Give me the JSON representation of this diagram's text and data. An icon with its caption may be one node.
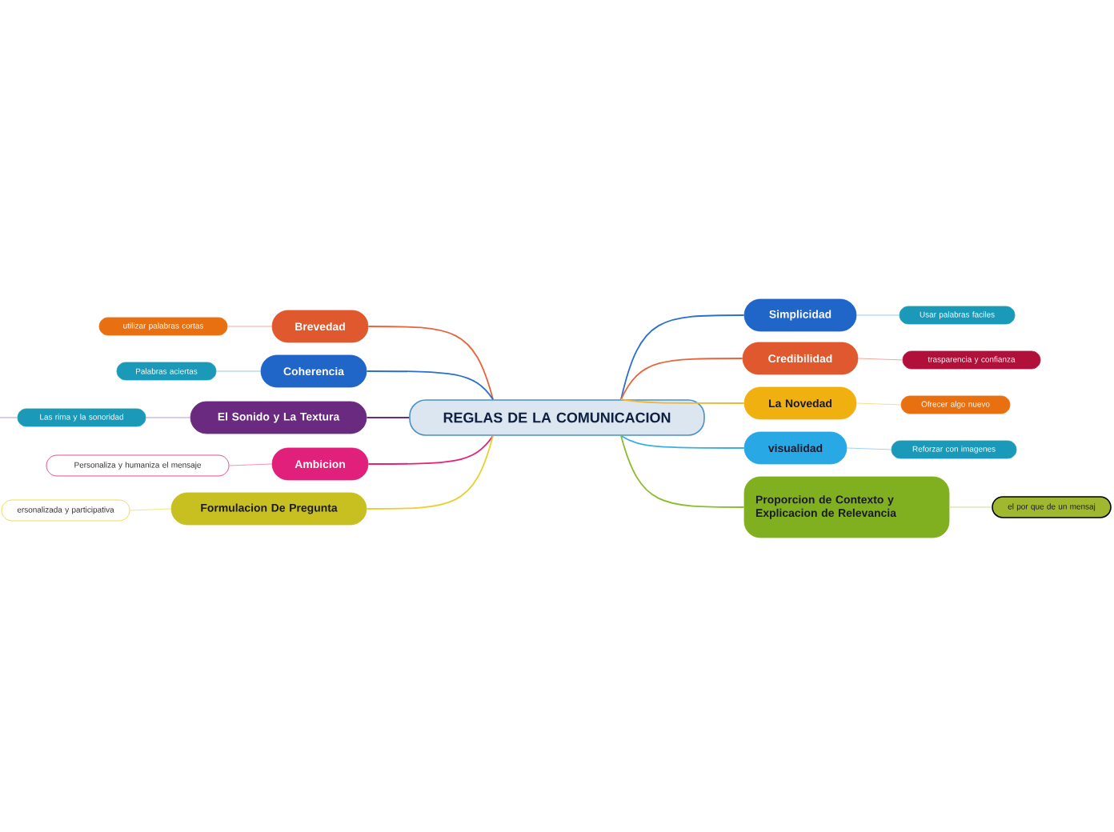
{
  "diagram": {
    "nodes": [
      {
        "text": [
          "REGLAS DE LA COMUNICACION"
        ]
      },
      {
        "text": [
          "Simplicidad"
        ]
      },
      {
        "text": [
          "Credibilidad"
        ]
      },
      {
        "text": [
          "La Novedad"
        ]
      },
      {
        "text": [
          "visualidad"
        ]
      },
      {
        "text": [
          "Proporcion de Contexto y Explicacion de Relevancia"
        ]
      },
      {
        "text": [
          "Usar palabras faciles"
        ]
      },
      {
        "text": [
          "trasparencia y confianza"
        ]
      },
      {
        "text": [
          "Ofrecer algo nuevo"
        ]
      },
      {
        "text": [
          "Reforzar con imagenes"
        ]
      },
      {
        "text": [
          "el por que de un mensaj"
        ]
      },
      {
        "text": [
          "Brevedad"
        ]
      },
      {
        "text": [
          "Coherencia"
        ]
      },
      {
        "text": [
          "El Sonido y La Textura"
        ]
      },
      {
        "text": [
          "Ambicion"
        ]
      },
      {
        "text": [
          "Formulacion De Pregunta"
        ]
      },
      {
        "text": [
          "utilizar palabras cortas"
        ]
      },
      {
        "text": [
          "Palabras aciertas"
        ]
      },
      {
        "text": [
          "Las rima y la sonoridad"
        ]
      },
      {
        "text": [
          "Personaliza y humaniza el mensaje"
        ]
      },
      {
        "text": [
          "ersonalizada y participativa"
        ]
      }
    ],
    "edges": [
      {
        "from": 0,
        "to": 1,
        "arrow": "none",
        "color": "#2a6fd0"
      },
      {
        "from": 0,
        "to": 2,
        "arrow": "none",
        "color": "#e8643a"
      },
      {
        "from": 0,
        "to": 3,
        "arrow": "none",
        "color": "#f0b82a"
      },
      {
        "from": 0,
        "to": 4,
        "arrow": "none",
        "color": "#3aaee8"
      },
      {
        "from": 0,
        "to": 5,
        "arrow": "none",
        "color": "#8cbc2a"
      },
      {
        "from": 1,
        "to": 6,
        "arrow": "none",
        "color": "#9cc4f0"
      },
      {
        "from": 2,
        "to": 7,
        "arrow": "none",
        "color": "#f4a898"
      },
      {
        "from": 3,
        "to": 8,
        "arrow": "none",
        "color": "#f8dc90"
      },
      {
        "from": 4,
        "to": 9,
        "arrow": "none",
        "color": "#9cd4f4"
      },
      {
        "from": 5,
        "to": 10,
        "arrow": "none",
        "color": "#c4dc98"
      },
      {
        "from": 0,
        "to": 11,
        "arrow": "none",
        "color": "#e8643a"
      },
      {
        "from": 0,
        "to": 12,
        "arrow": "none",
        "color": "#2a6fd0"
      },
      {
        "from": 0,
        "to": 13,
        "arrow": "none",
        "color": "#6a2a80"
      },
      {
        "from": 0,
        "to": 14,
        "arrow": "none",
        "color": "#e8207a"
      },
      {
        "from": 0,
        "to": 15,
        "arrow": "none",
        "color": "#e8d030"
      },
      {
        "from": 11,
        "to": 16,
        "arrow": "none",
        "color": "#f4a898"
      },
      {
        "from": 12,
        "to": 17,
        "arrow": "none",
        "color": "#9cc4f0"
      },
      {
        "from": 13,
        "to": 18,
        "arrow": "none",
        "color": "#b898c8"
      },
      {
        "from": 14,
        "to": 19,
        "arrow": "none",
        "color": "#f490c0"
      },
      {
        "from": 15,
        "to": 20,
        "arrow": "none",
        "color": "#f0e488"
      },
      {
        "from": 18,
        "to": null,
        "arrow": "none",
        "color": "#b898c8"
      }
    ]
  }
}
